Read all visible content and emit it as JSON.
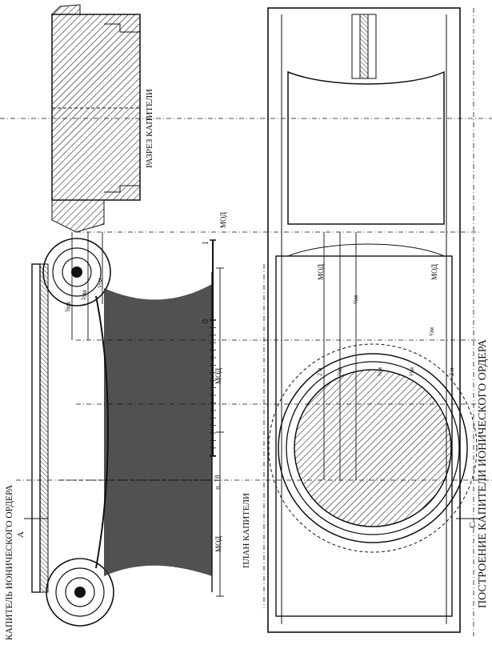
{
  "title_main": "ПОСТРОЕНИЕ КАПИТЕЛИ ИОНИЧЕСКОГО ОРДЕРА",
  "title_left": "КАПИТЕЛЬ ИОНИЧЕСКОГО ОРДЕРА",
  "label_section": "РАЗРЕЗ КАПИТЕЛИ",
  "label_plan": "ПЛАН КАПИТЕЛИ",
  "axis_a": "A",
  "axis_c": "C",
  "scale": {
    "start": "п. 18",
    "zero": "0",
    "one": "1",
    "unit": "МОД"
  },
  "dims_left": {
    "mod1": "МОД",
    "mod2": "МОД",
    "fr1": "½м",
    "fr2": "⅔м",
    "fr3": "⅝м"
  },
  "dims_plan": {
    "mod_a": "МОД",
    "mod_b": "МОД",
    "p2a": "2 п",
    "m23a": "⅔м",
    "m14": "¼м",
    "m23b": "⅔м",
    "p2b": "2 п",
    "m12a": "½м",
    "m12b": "½м"
  },
  "colors": {
    "ink": "#111111",
    "paper": "#ffffff"
  }
}
